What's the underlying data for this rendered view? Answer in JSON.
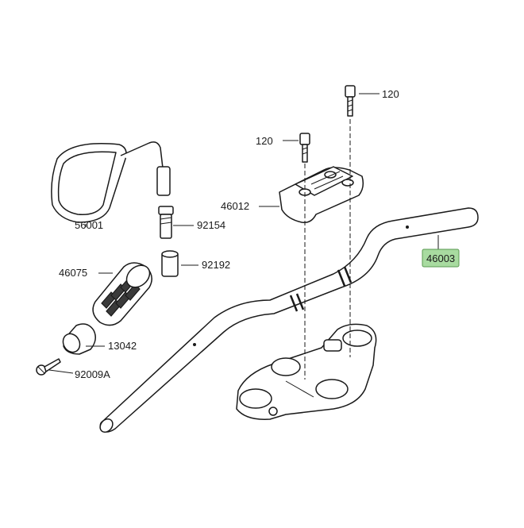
{
  "callouts": {
    "bolt_right": "120",
    "bolt_left": "120",
    "holder_upper": "46012",
    "handlebar": "46003",
    "mirror": "56001",
    "adapter": "92154",
    "grip": "46075",
    "collar": "92192",
    "weight": "13042",
    "screw": "92009A"
  },
  "colors": {
    "highlight": "#a8dba0",
    "line": "#1a1a1a"
  }
}
